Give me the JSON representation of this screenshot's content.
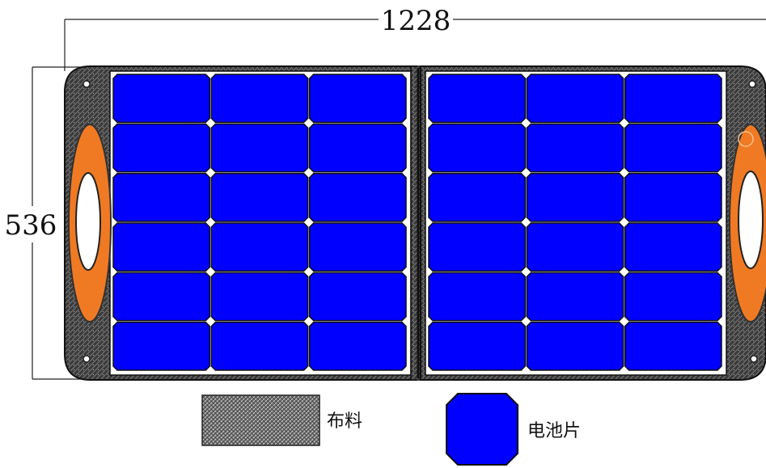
{
  "dimensions": {
    "width_label": "1228",
    "height_label": "536"
  },
  "legend": {
    "fabric_label": "布料",
    "cell_label": "电池片"
  },
  "colors": {
    "cell_blue": "#0000ff",
    "fabric_dark": "#2e2e2e",
    "handle_orange": "#f07a23",
    "cell_gap": "#ffffff"
  },
  "panel": {
    "columns_per_wing": 3,
    "rows": 6,
    "wings": 2
  }
}
